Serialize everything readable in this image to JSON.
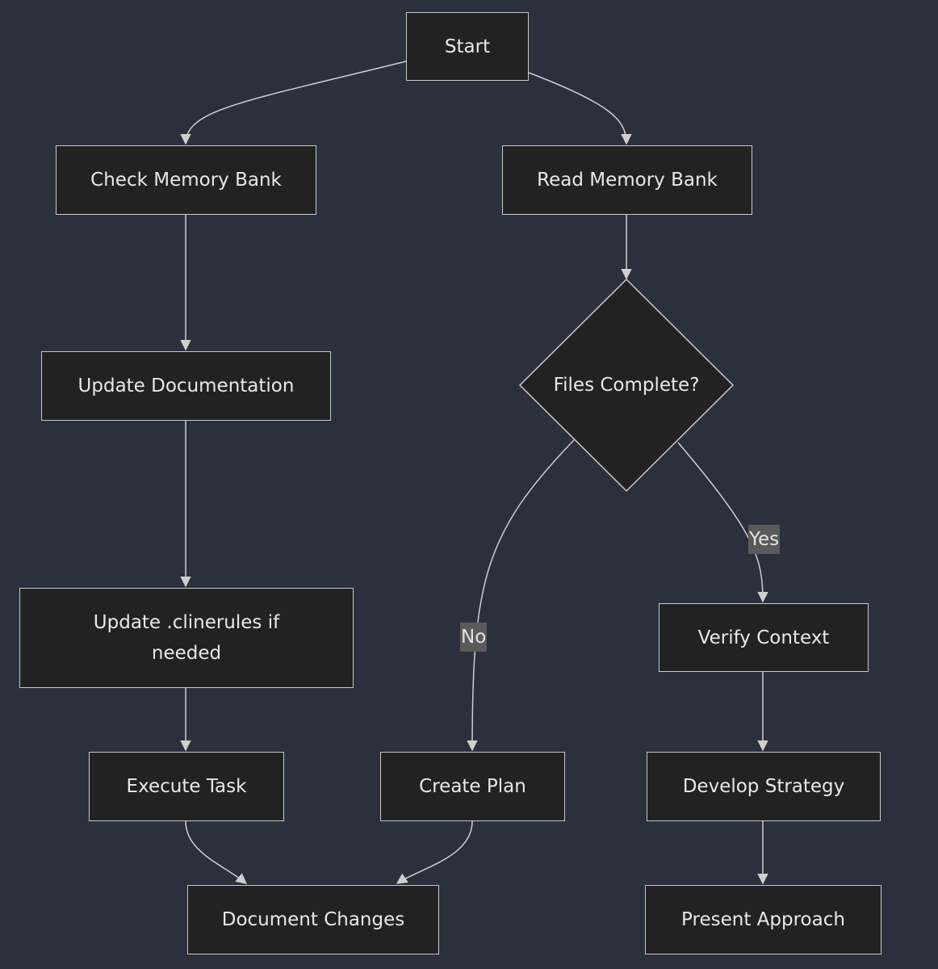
{
  "colors": {
    "background": "#2b303d",
    "node_fill": "#222222",
    "node_stroke": "#c9c9c9",
    "edge": "#cfcfcf",
    "edge_label_bg": "#5a5a5a"
  },
  "nodes": {
    "start": "Start",
    "check_memory_bank": "Check Memory Bank",
    "read_memory_bank": "Read Memory Bank",
    "update_documentation": "Update Documentation",
    "files_complete": "Files Complete?",
    "update_clinerules_line1": "Update .clinerules if",
    "update_clinerules_line2": "needed",
    "verify_context": "Verify Context",
    "execute_task": "Execute Task",
    "create_plan": "Create Plan",
    "develop_strategy": "Develop Strategy",
    "document_changes": "Document Changes",
    "present_approach": "Present Approach"
  },
  "edge_labels": {
    "no": "No",
    "yes": "Yes"
  },
  "edges": [
    [
      "start",
      "check_memory_bank"
    ],
    [
      "start",
      "read_memory_bank"
    ],
    [
      "check_memory_bank",
      "update_documentation"
    ],
    [
      "update_documentation",
      "update_clinerules"
    ],
    [
      "update_clinerules",
      "execute_task"
    ],
    [
      "execute_task",
      "document_changes"
    ],
    [
      "read_memory_bank",
      "files_complete"
    ],
    [
      "files_complete",
      "create_plan",
      "no"
    ],
    [
      "files_complete",
      "verify_context",
      "yes"
    ],
    [
      "create_plan",
      "document_changes"
    ],
    [
      "verify_context",
      "develop_strategy"
    ],
    [
      "develop_strategy",
      "present_approach"
    ]
  ]
}
